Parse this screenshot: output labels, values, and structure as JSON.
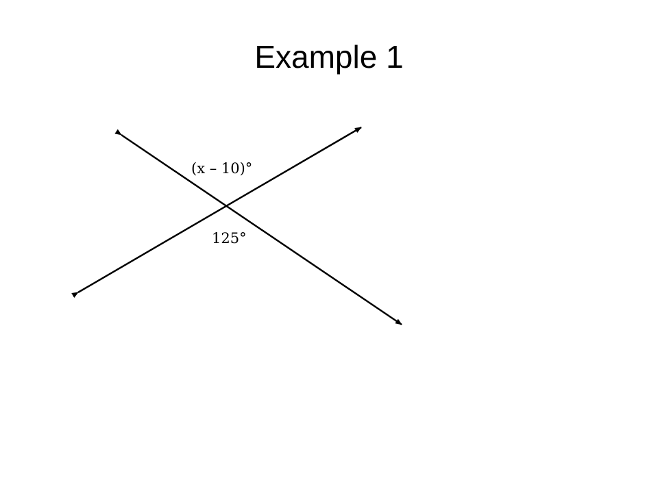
{
  "slide": {
    "title": "Example 1"
  },
  "diagram": {
    "angle_labels": {
      "upper": "(x – 10)°",
      "lower": "125°"
    },
    "line_color": "#000000"
  }
}
